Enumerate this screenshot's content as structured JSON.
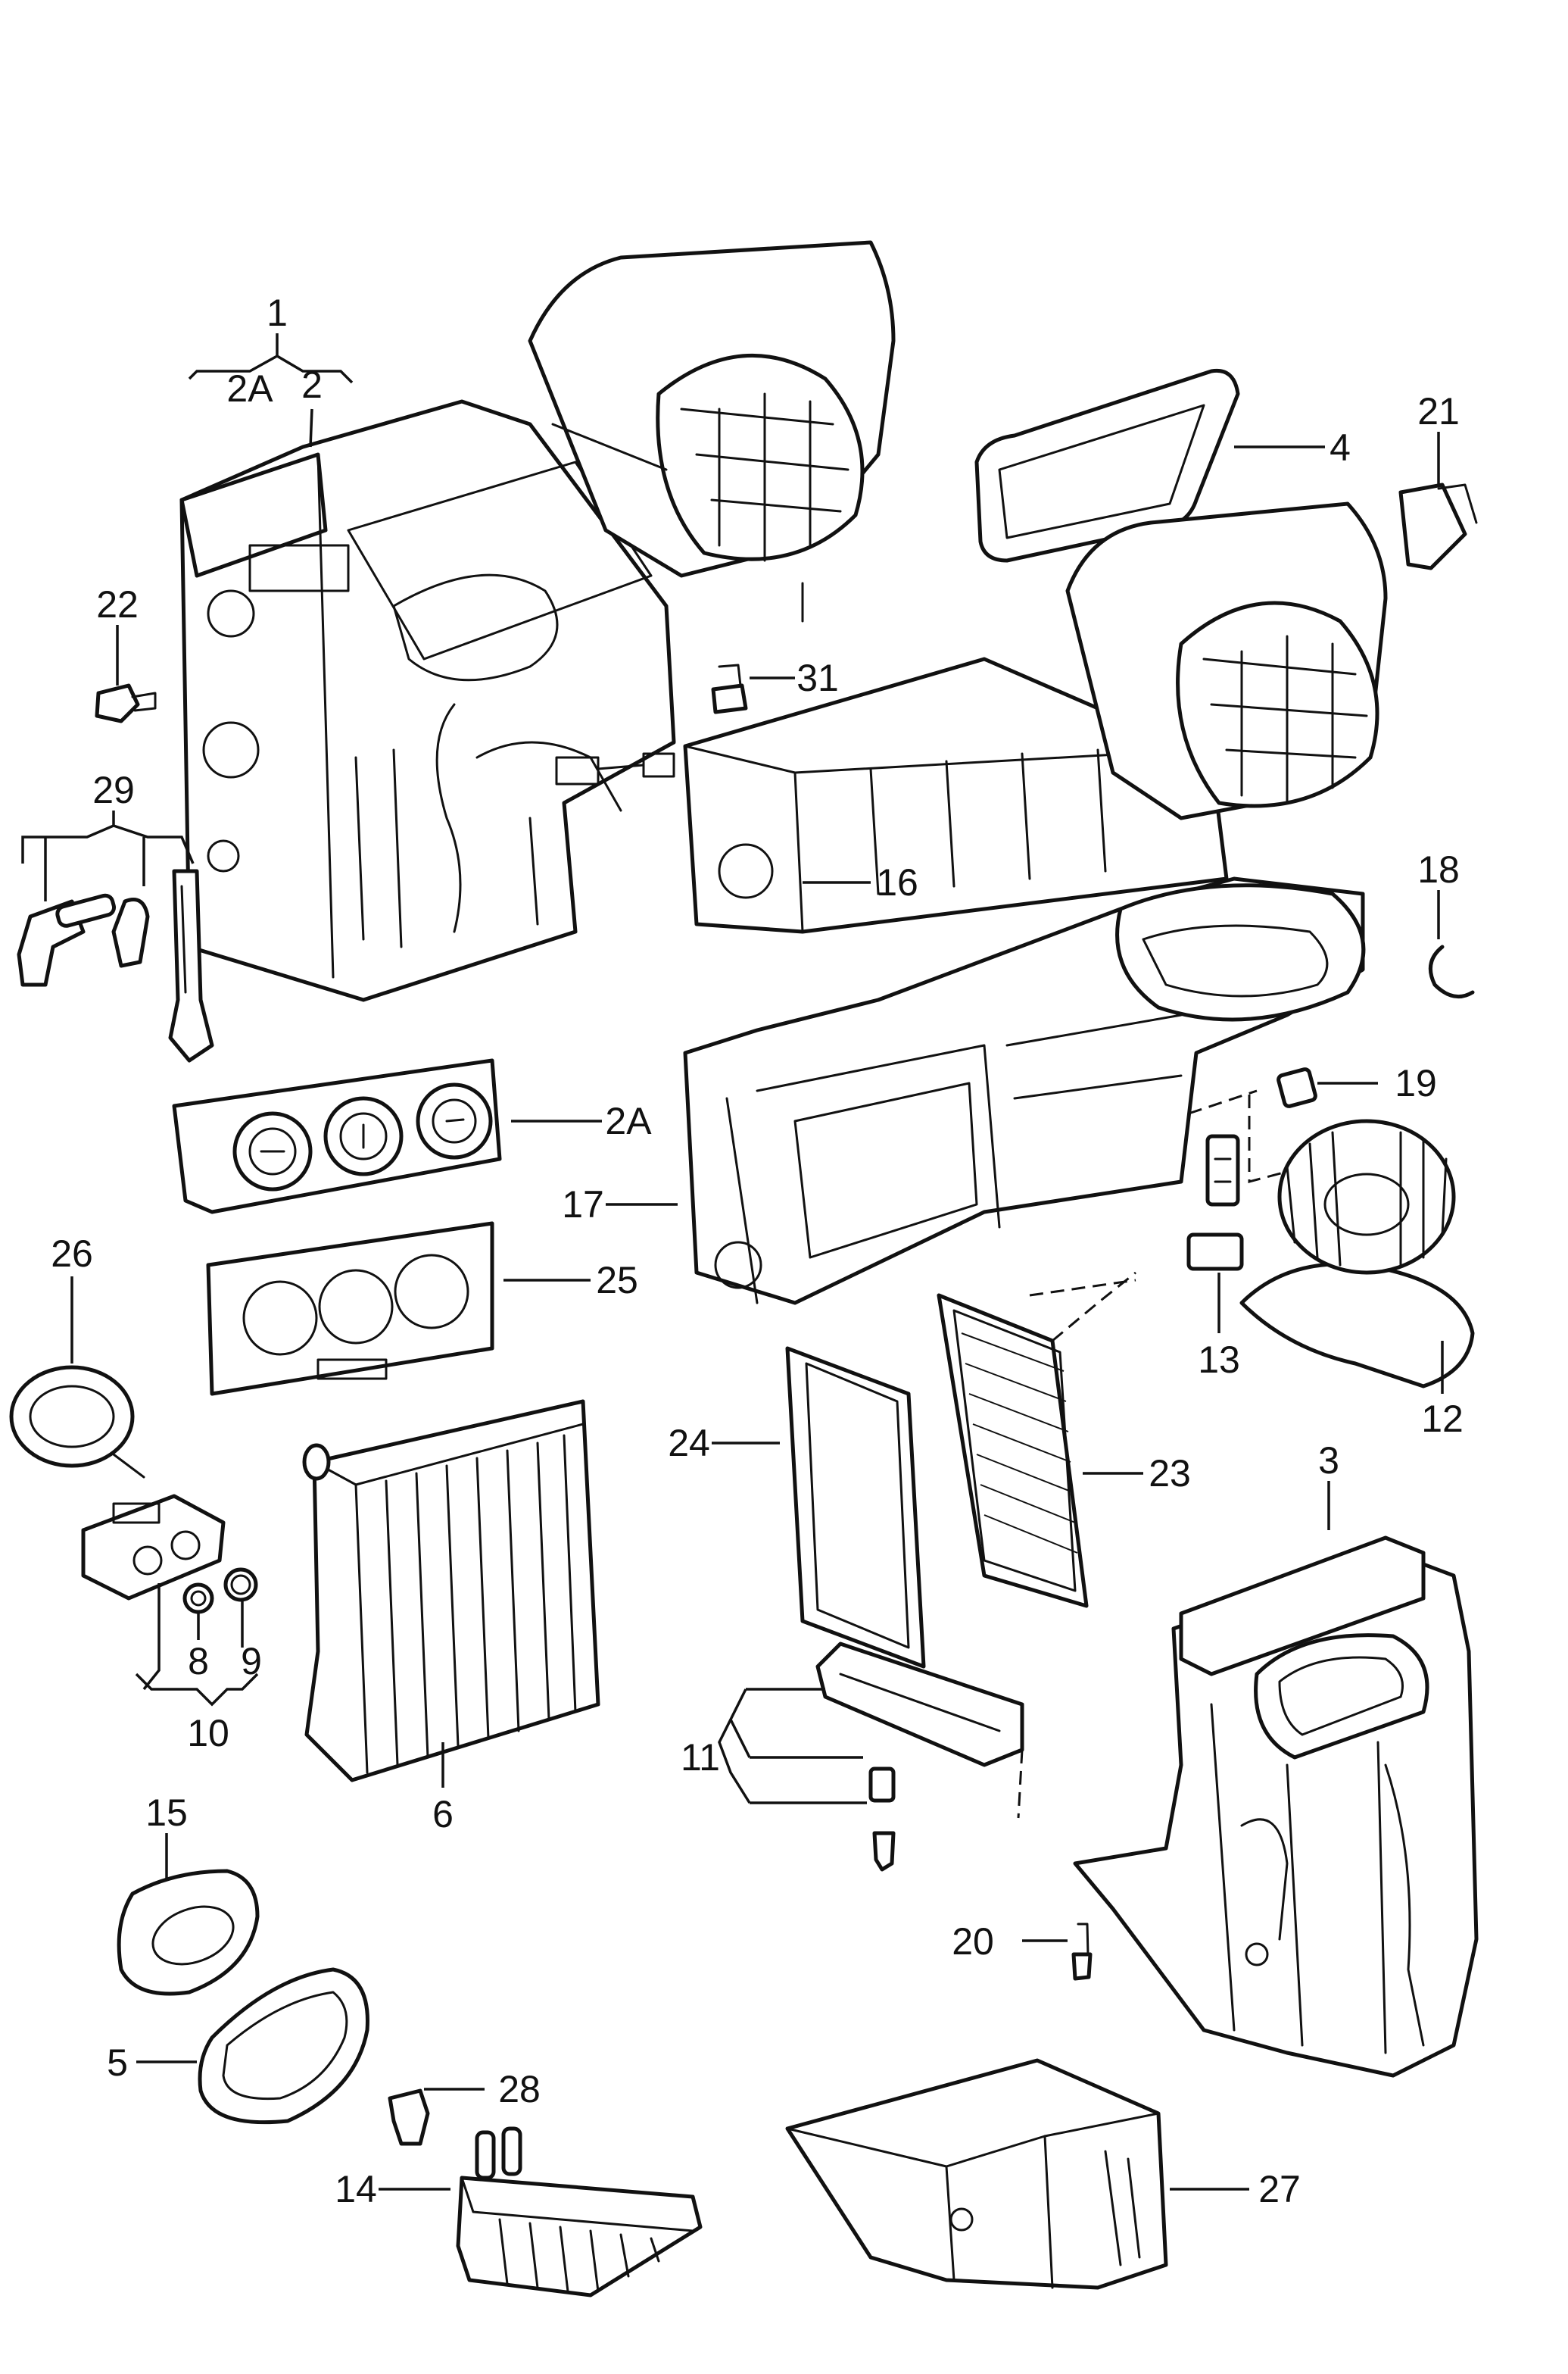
{
  "diagram": {
    "callouts": {
      "c1": "1",
      "c2": "2",
      "c2a_top": "2A",
      "c2a": "2A",
      "c3": "3",
      "c4": "4",
      "c5": "5",
      "c6": "6",
      "c8": "8",
      "c9": "9",
      "c10": "10",
      "c11": "11",
      "c12": "12",
      "c13": "13",
      "c14": "14",
      "c15": "15",
      "c16": "16",
      "c17": "17",
      "c18": "18",
      "c19": "19",
      "c20": "20",
      "c21": "21",
      "c22": "22",
      "c23": "23",
      "c24": "24",
      "c25": "25",
      "c26": "26",
      "c27": "27",
      "c28": "28",
      "c29": "29",
      "c31": "31"
    },
    "colors": {
      "line": "#111111",
      "background": "#ffffff",
      "fill": "#ffffff"
    }
  }
}
